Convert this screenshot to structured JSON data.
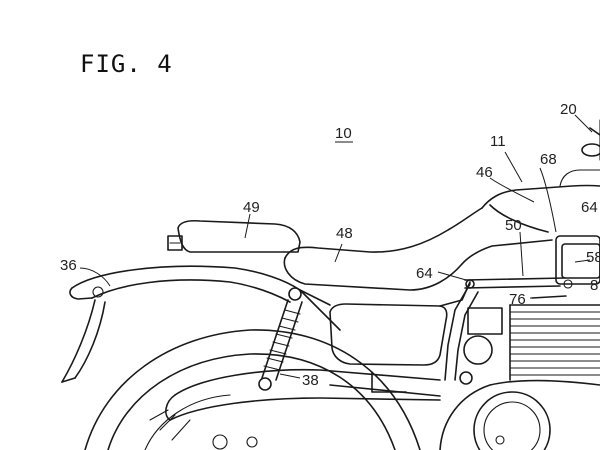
{
  "figure": {
    "label": "FIG. 4"
  },
  "callouts": {
    "r10": "10",
    "r11": "11",
    "r20": "20",
    "r36": "36",
    "r38": "38",
    "r46": "46",
    "r48": "48",
    "r49": "49",
    "r50": "50",
    "r58": "58",
    "r64a": "64",
    "r64b": "64",
    "r68": "68",
    "r76": "76",
    "r8": "8"
  }
}
